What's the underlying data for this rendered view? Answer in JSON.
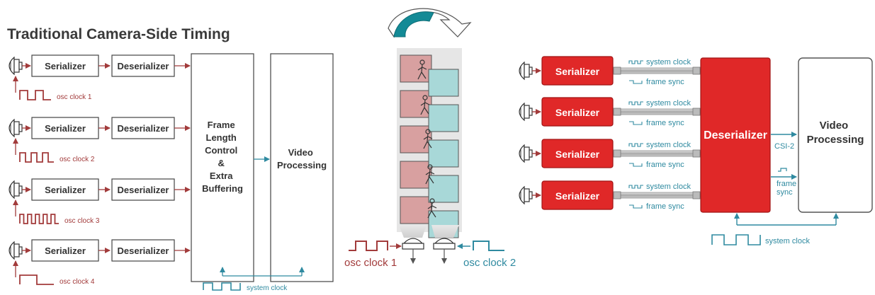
{
  "left": {
    "title": "Traditional Camera-Side Timing",
    "serializer_label": "Serializer",
    "deserializer_label": "Deserializer",
    "osc_clocks": [
      "osc clock 1",
      "osc clock 2",
      "osc clock 3",
      "osc clock 4"
    ],
    "frame_box_lines": [
      "Frame",
      "Length",
      "Control",
      "&",
      "Extra",
      "Buffering"
    ],
    "video_box_lines": [
      "Video",
      "Processing"
    ],
    "system_clock": "system clock"
  },
  "middle": {
    "osc_clock_1": "osc clock 1",
    "osc_clock_2": "osc clock 2"
  },
  "right": {
    "serializer_label": "Serializer",
    "deserializer_label": "Deserializer",
    "system_clock_lines": [
      "system clock",
      "system clock",
      "system clock",
      "system clock"
    ],
    "frame_sync_lines": [
      "frame sync",
      "frame sync",
      "frame sync",
      "frame sync"
    ],
    "csi2": "CSI-2",
    "frame_sync_out_lines": [
      "frame",
      "sync"
    ],
    "video_box_lines": [
      "Video",
      "Processing"
    ],
    "system_clock_bottom": "system clock"
  },
  "colors": {
    "dark_red": "#a23b3b",
    "teal": "#2f8aa0",
    "bright_red": "#e02828",
    "pink_frame": "#d8a0a0",
    "aqua_frame": "#a8d8d8",
    "arrow_teal": "#138a96"
  },
  "icons": [
    "camera-icon",
    "walking-person-icon",
    "rotate-arrow-icon",
    "square-wave-icon",
    "lens-icon"
  ]
}
